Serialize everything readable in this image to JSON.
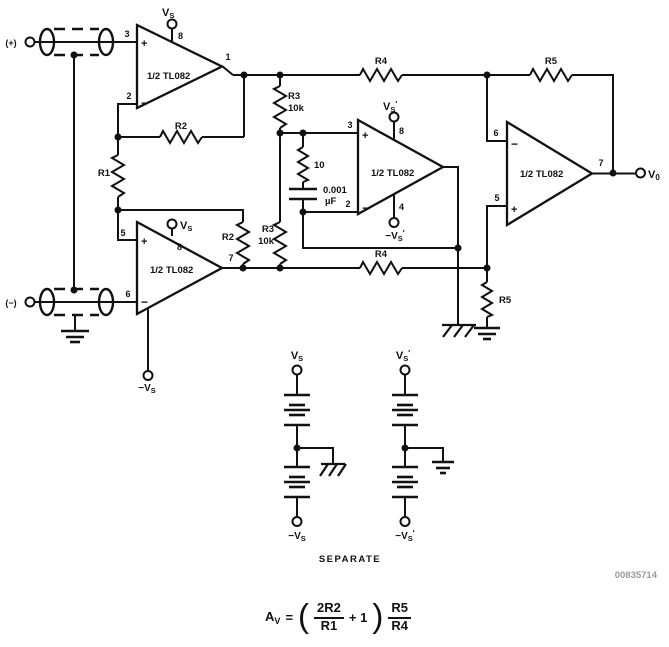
{
  "schematic": {
    "inputs": {
      "pos": "(+)",
      "neg": "(−)"
    },
    "opamp_label": "1/2 TL082",
    "pins": {
      "p1": "1",
      "p2": "2",
      "p3": "3",
      "p4": "4",
      "p5": "5",
      "p6": "6",
      "p7": "7",
      "p8": "8"
    },
    "polarity": {
      "plus": "+",
      "minus": "−"
    },
    "supplies": {
      "v": "V",
      "s": "S",
      "prime": "′",
      "neg_v": "−V"
    },
    "output": {
      "v": "V",
      "sub": "0"
    },
    "resistors": {
      "r1": "R1",
      "r2": "R2",
      "r3": "R3",
      "r4": "R4",
      "r5": "R5",
      "val_10k": "10k",
      "val_10": "10"
    },
    "capacitor": {
      "value": "0.001",
      "unit": "µF"
    },
    "separate_label": "SEPARATE",
    "figure_code": "00835714"
  },
  "formula": {
    "gain_main": "A",
    "gain_sub": "V",
    "equals": "=",
    "lparen": "(",
    "num1": "2R2",
    "den1": "R1",
    "plus_one": "+ 1",
    "rparen": ")",
    "num2": "R5",
    "den2": "R4"
  },
  "colors": {
    "ink": "#111111",
    "code_gray": "#9a9a9a",
    "background": "#ffffff"
  }
}
